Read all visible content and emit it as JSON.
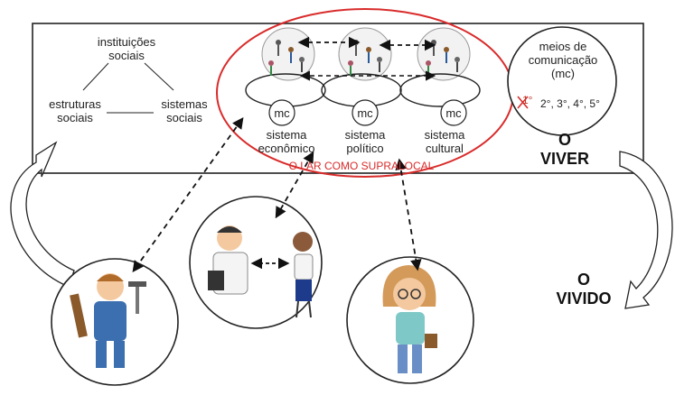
{
  "triad": {
    "top": "instituições\nsociais",
    "left": "estruturas\nsociais",
    "right": "sistemas\nsociais"
  },
  "systems": [
    {
      "name": "sistema\neconômico",
      "mc": "mc"
    },
    {
      "name": "sistema\npolítico",
      "mc": "mc"
    },
    {
      "name": "sistema\ncultural",
      "mc": "mc"
    }
  ],
  "supralocal_label": "O LAR COMO SUPRALOCAL",
  "media": {
    "title": "meios de\ncomunicação\n(mc)",
    "first_ordinal": "1°",
    "ordinals": "2°, 3°, 4°, 5°"
  },
  "viver_label": "O\nVIVER",
  "vivido_label": "O\nVIVIDO",
  "colors": {
    "ellipse": "#d92b2b",
    "frame": "#222222",
    "label_red": "#d92b2b"
  }
}
